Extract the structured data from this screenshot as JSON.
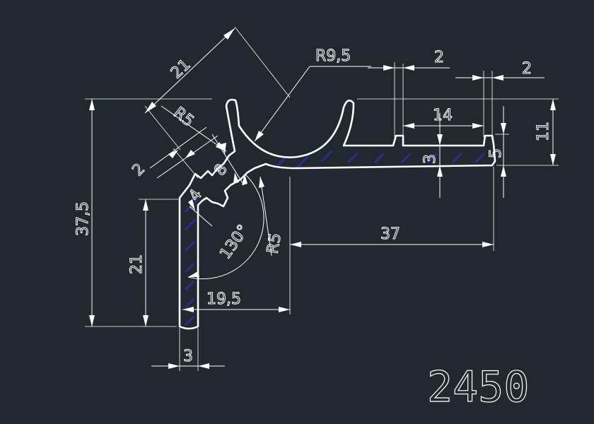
{
  "drawing_number": "2450",
  "dimensions": {
    "r9_5": "R9,5",
    "w2_a": "2",
    "w2_b": "2",
    "w14": "14",
    "h11": "11",
    "h3_slot": "3",
    "h5_slot": "5",
    "w37": "37",
    "d21_diag": "21",
    "r5_top": "R5",
    "d2_diag": "2",
    "d8": "8",
    "d4": "4",
    "angle130": "130°",
    "r5_bottom": "R5",
    "h37_5": "37,5",
    "h21": "21",
    "w19_5": "19,5",
    "w3": "3"
  },
  "colors": {
    "background": "#212830",
    "line": "#ffffff",
    "hatch": "#2a2f8a"
  }
}
